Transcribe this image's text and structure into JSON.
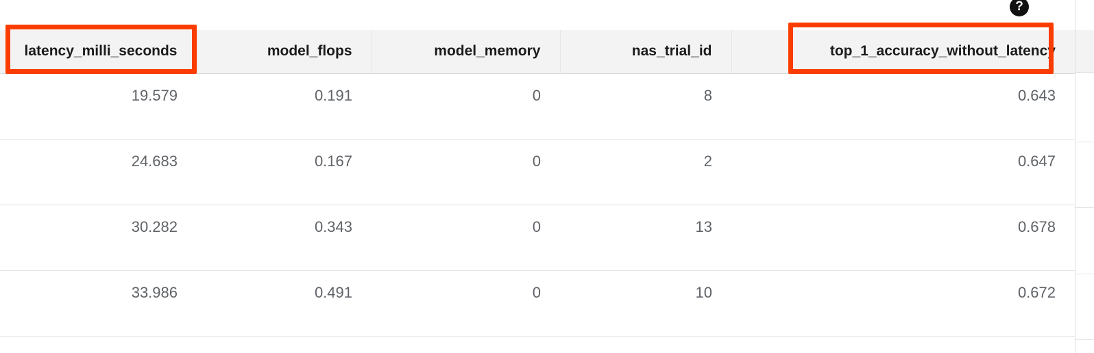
{
  "help": {
    "icon": "help-circle-icon",
    "label": "?"
  },
  "table": {
    "columns": [
      {
        "key": "latency_milli_seconds",
        "label": "latency_milli_seconds",
        "highlighted": true
      },
      {
        "key": "model_flops",
        "label": "model_flops",
        "highlighted": false
      },
      {
        "key": "model_memory",
        "label": "model_memory",
        "highlighted": false
      },
      {
        "key": "nas_trial_id",
        "label": "nas_trial_id",
        "highlighted": false
      },
      {
        "key": "top_1_accuracy_without_latency",
        "label": "top_1_accuracy_without_latency",
        "highlighted": true
      }
    ],
    "rows": [
      {
        "latency_milli_seconds": "19.579",
        "model_flops": "0.191",
        "model_memory": "0",
        "nas_trial_id": "8",
        "top_1_accuracy_without_latency": "0.643"
      },
      {
        "latency_milli_seconds": "24.683",
        "model_flops": "0.167",
        "model_memory": "0",
        "nas_trial_id": "2",
        "top_1_accuracy_without_latency": "0.647"
      },
      {
        "latency_milli_seconds": "30.282",
        "model_flops": "0.343",
        "model_memory": "0",
        "nas_trial_id": "13",
        "top_1_accuracy_without_latency": "0.678"
      },
      {
        "latency_milli_seconds": "33.986",
        "model_flops": "0.491",
        "model_memory": "0",
        "nas_trial_id": "10",
        "top_1_accuracy_without_latency": "0.672"
      }
    ]
  },
  "annotations": [
    {
      "name": "latency-column-highlight",
      "target": "latency_milli_seconds",
      "color": "#fa3c00"
    },
    {
      "name": "top1-accuracy-column-highlight",
      "target": "top_1_accuracy_without_latency",
      "color": "#fa3c00"
    }
  ],
  "colors": {
    "highlight": "#fa3c00",
    "header_bg": "#f3f3f3",
    "header_text": "#1b1b1b",
    "cell_text": "#5f6368",
    "grid_line": "#e4e4e4",
    "page_bg": "#ffffff"
  }
}
